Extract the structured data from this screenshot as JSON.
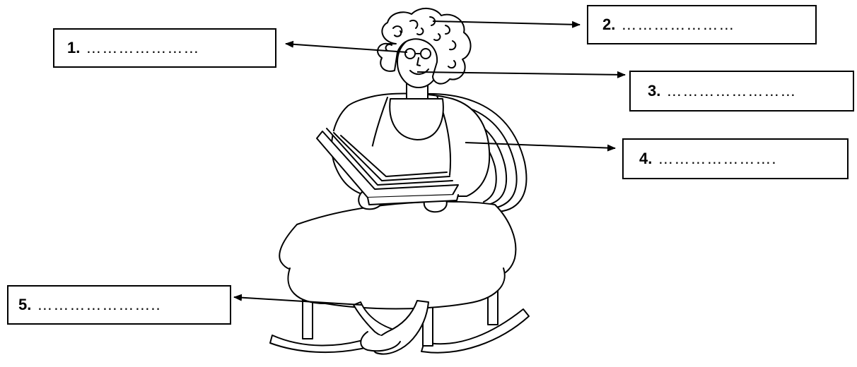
{
  "labels": [
    {
      "number": "1.",
      "blank": "…………………"
    },
    {
      "number": "2.",
      "blank": "…………………"
    },
    {
      "number": "3.",
      "blank": "……………………"
    },
    {
      "number": "4.",
      "blank": "…………………."
    },
    {
      "number": "5.",
      "blank": "………………….."
    }
  ],
  "figure": {
    "subject": "grandmother-reading-in-rocking-chair"
  },
  "colors": {
    "line": "#000000",
    "background": "#ffffff"
  }
}
